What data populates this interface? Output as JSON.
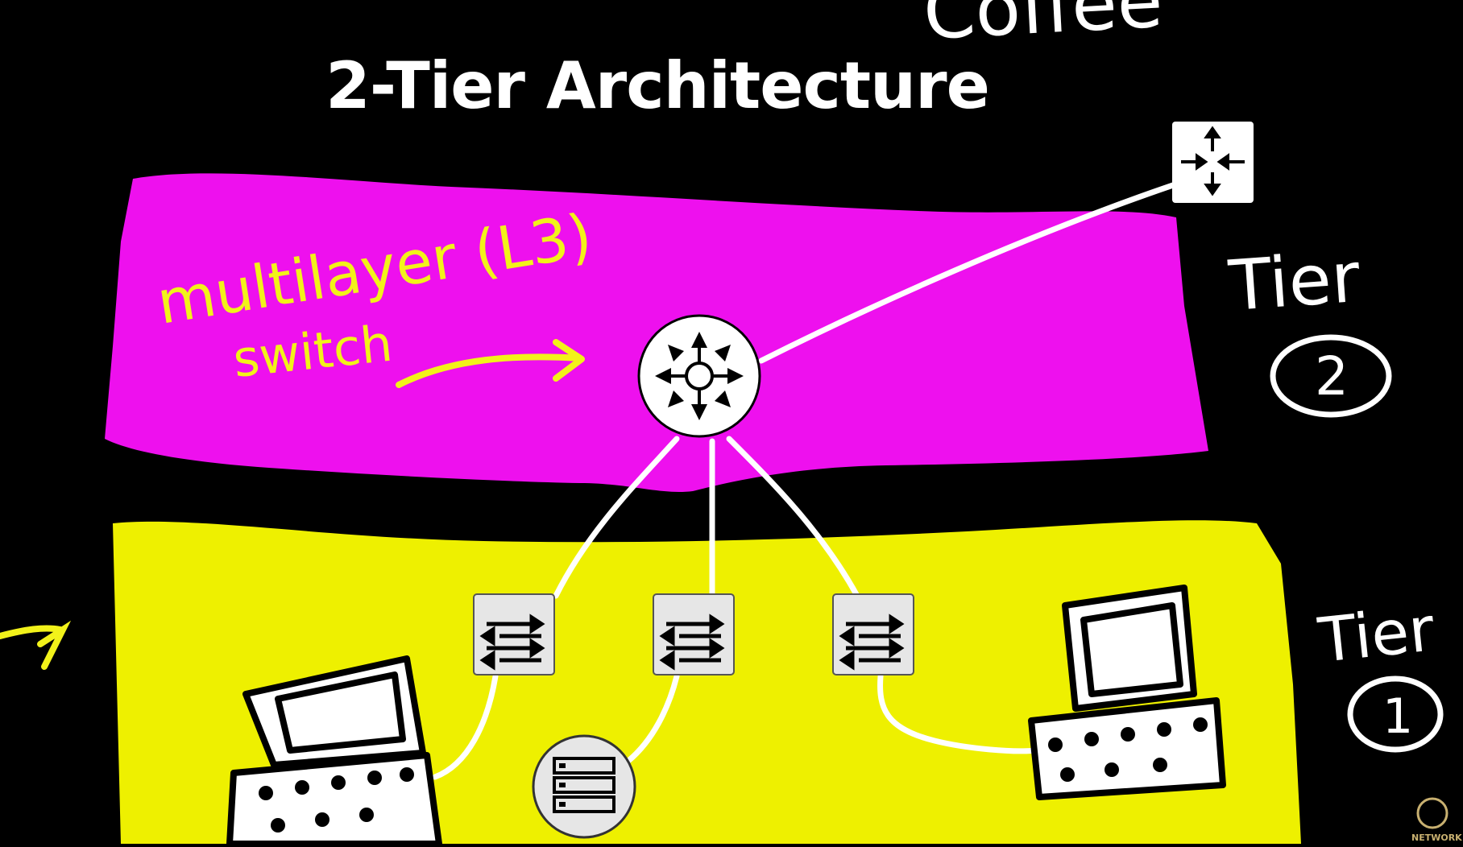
{
  "title": "2-Tier Architecture",
  "top_scrawl": "Coffee",
  "annotation": {
    "line1": "multilayer (L3)",
    "line2": "switch"
  },
  "tiers": {
    "upper": {
      "label": "Tier",
      "number": "2"
    },
    "lower": {
      "label": "Tier",
      "number": "1"
    }
  },
  "logo_text": "NETWORK",
  "colors": {
    "background": "#000000",
    "tier2_band": "#ee10ee",
    "tier1_band": "#eef000",
    "annotation": "#f2f21a",
    "lines": "#ffffff",
    "device_fill": "#e6e6e6"
  },
  "icons": [
    "router-icon",
    "multilayer-switch-icon",
    "switch-icon",
    "server-icon",
    "computer-icon"
  ]
}
